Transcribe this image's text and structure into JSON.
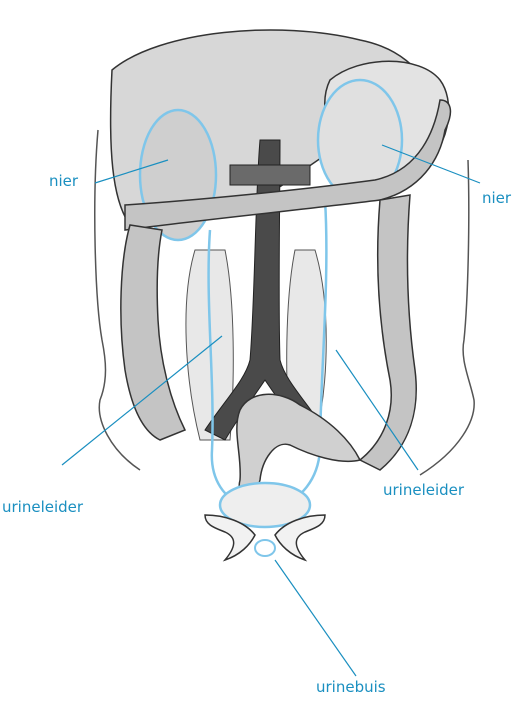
{
  "labels": {
    "kidney_left": "nier",
    "kidney_right": "nier",
    "ureter_left": "urineleider",
    "ureter_right": "urineleider",
    "urethra": "urinebuis"
  },
  "colors": {
    "label_text": "#1a8fc0",
    "leader_line": "#1a8fc0",
    "organ_highlight": "#7fc6ea",
    "outline": "#333333",
    "shade_light": "#d7d7d7",
    "shade_mid": "#9a9a9a",
    "shade_dark": "#4a4a4a"
  }
}
